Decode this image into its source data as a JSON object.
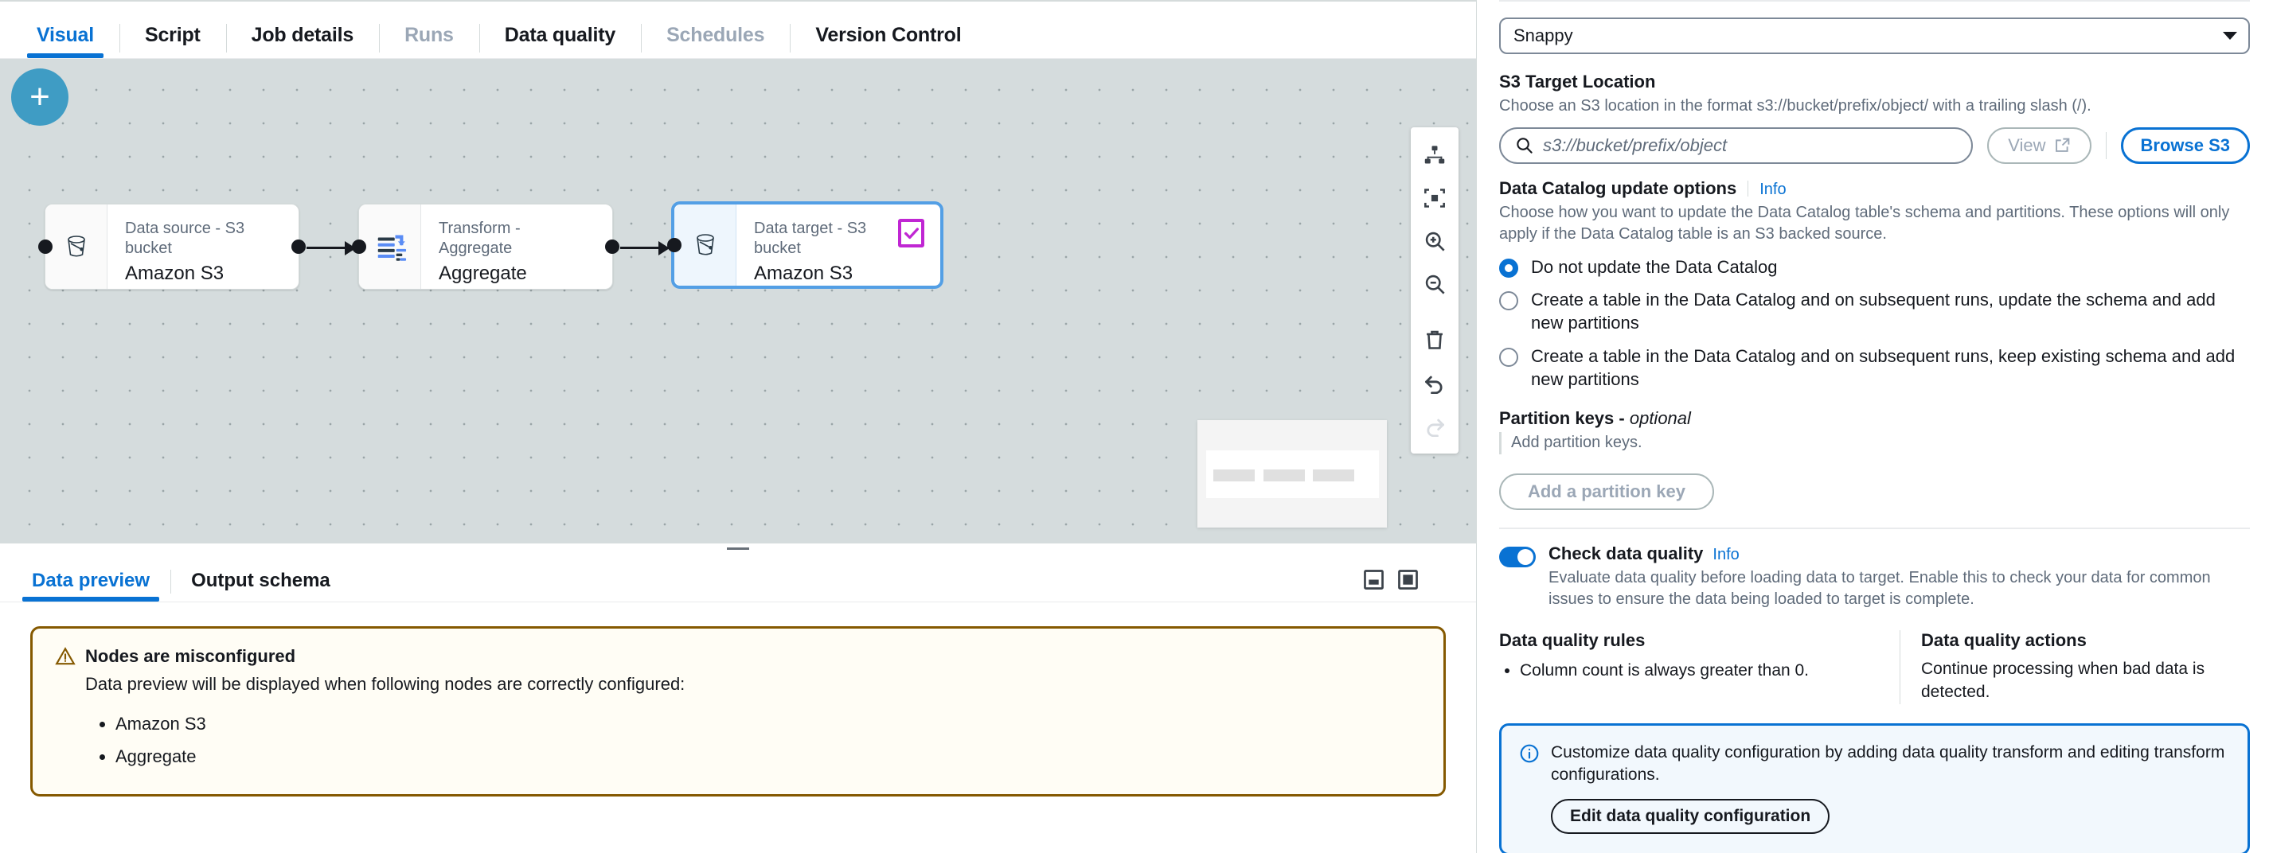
{
  "tabs": [
    {
      "label": "Visual",
      "state": "active"
    },
    {
      "label": "Script",
      "state": "normal"
    },
    {
      "label": "Job details",
      "state": "normal"
    },
    {
      "label": "Runs",
      "state": "disabled"
    },
    {
      "label": "Data quality",
      "state": "normal"
    },
    {
      "label": "Schedules",
      "state": "disabled"
    },
    {
      "label": "Version Control",
      "state": "normal"
    }
  ],
  "canvas": {
    "add_button_label": "+",
    "nodes": [
      {
        "subtitle": "Data source - S3 bucket",
        "title": "Amazon S3",
        "icon": "s3-bucket-icon",
        "selected": false,
        "badge": null
      },
      {
        "subtitle": "Transform - Aggregate",
        "title": "Aggregate",
        "icon": "aggregate-icon",
        "selected": false,
        "badge": null
      },
      {
        "subtitle": "Data target - S3 bucket",
        "title": "Amazon S3",
        "icon": "s3-bucket-icon",
        "selected": true,
        "badge": "checkmark"
      }
    ],
    "toolbar": [
      {
        "name": "auto-layout-icon",
        "enabled": true
      },
      {
        "name": "fit-to-screen-icon",
        "enabled": true
      },
      {
        "name": "zoom-in-icon",
        "enabled": true
      },
      {
        "name": "zoom-out-icon",
        "enabled": true
      },
      {
        "name": "delete-icon",
        "enabled": true
      },
      {
        "name": "undo-icon",
        "enabled": true
      },
      {
        "name": "redo-icon",
        "enabled": false
      }
    ]
  },
  "preview": {
    "tabs": [
      {
        "label": "Data preview",
        "state": "active"
      },
      {
        "label": "Output schema",
        "state": "normal"
      }
    ],
    "layout_icons": [
      "split-panel-icon",
      "full-panel-icon"
    ],
    "alert": {
      "title": "Nodes are misconfigured",
      "body": "Data preview will be displayed when following nodes are correctly configured:",
      "items": [
        "Amazon S3",
        "Aggregate"
      ]
    }
  },
  "right_panel": {
    "compression": {
      "value": "Snappy"
    },
    "s3_target": {
      "label": "S3 Target Location",
      "description": "Choose an S3 location in the format s3://bucket/prefix/object/ with a trailing slash (/).",
      "placeholder": "s3://bucket/prefix/object",
      "input_value": "",
      "view_label": "View",
      "browse_label": "Browse S3"
    },
    "catalog": {
      "label": "Data Catalog update options",
      "info_label": "Info",
      "description": "Choose how you want to update the Data Catalog table's schema and partitions. These options will only apply if the Data Catalog table is an S3 backed source.",
      "options": [
        {
          "label": "Do not update the Data Catalog",
          "selected": true
        },
        {
          "label": "Create a table in the Data Catalog and on subsequent runs, update the schema and add new partitions",
          "selected": false
        },
        {
          "label": "Create a table in the Data Catalog and on subsequent runs, keep existing schema and add new partitions",
          "selected": false
        }
      ]
    },
    "partition_keys": {
      "label": "Partition keys - ",
      "optional_suffix": "optional",
      "description": "Add partition keys.",
      "add_button": "Add a partition key"
    },
    "data_quality": {
      "toggle_label": "Check data quality",
      "info_label": "Info",
      "toggle_on": true,
      "description": "Evaluate data quality before loading data to target. Enable this to check your data for common issues to ensure the data being loaded to target is complete.",
      "rules_heading": "Data quality rules",
      "rules": [
        "Column count is always greater than 0."
      ],
      "actions_heading": "Data quality actions",
      "actions_text": "Continue processing when bad data is detected.",
      "info_alert": {
        "text": "Customize data quality configuration by adding data quality transform and editing transform configurations.",
        "button": "Edit data quality configuration"
      }
    }
  },
  "colors": {
    "accent": "#0972d3",
    "canvas": "#d5dcdd",
    "badge_purple": "#c026d3",
    "warning_border": "#855900",
    "add_button": "#3f9cc4"
  }
}
